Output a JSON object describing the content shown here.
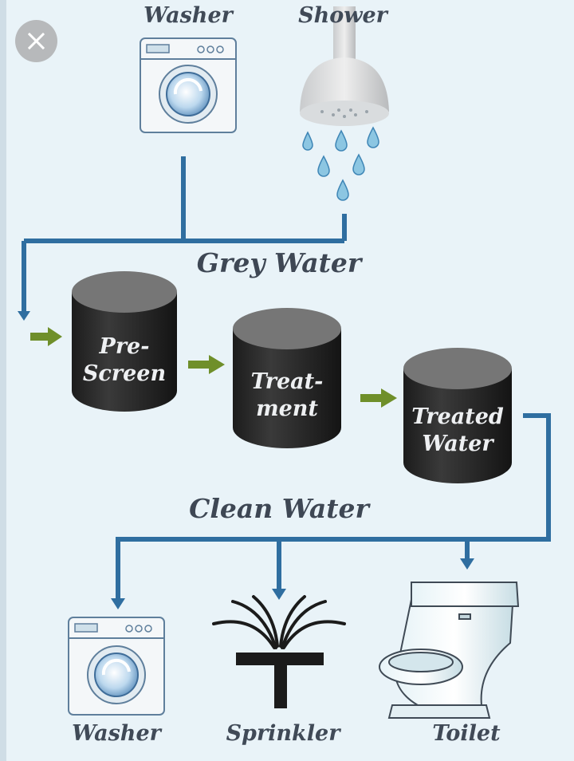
{
  "sources": {
    "washer_label": "Washer",
    "shower_label": "Shower"
  },
  "flows": {
    "grey_water_label": "Grey Water",
    "clean_water_label": "Clean Water"
  },
  "tanks": {
    "pre_screen": "Pre-\nScreen",
    "treatment": "Treat-\nment",
    "treated_water": "Treated\nWater"
  },
  "destinations": {
    "washer_label": "Washer",
    "sprinkler_label": "Sprinkler",
    "toilet_label": "Toilet"
  },
  "colors": {
    "pipe": "#2f6ea0",
    "arrow_green": "#6f8f2a",
    "tank": "#2a2a2a",
    "background": "#e9f3f8"
  },
  "icons": {
    "close": "close-icon",
    "washer": "washing-machine-icon",
    "shower": "shower-head-icon",
    "sprinkler": "sprinkler-icon",
    "toilet": "toilet-icon"
  }
}
